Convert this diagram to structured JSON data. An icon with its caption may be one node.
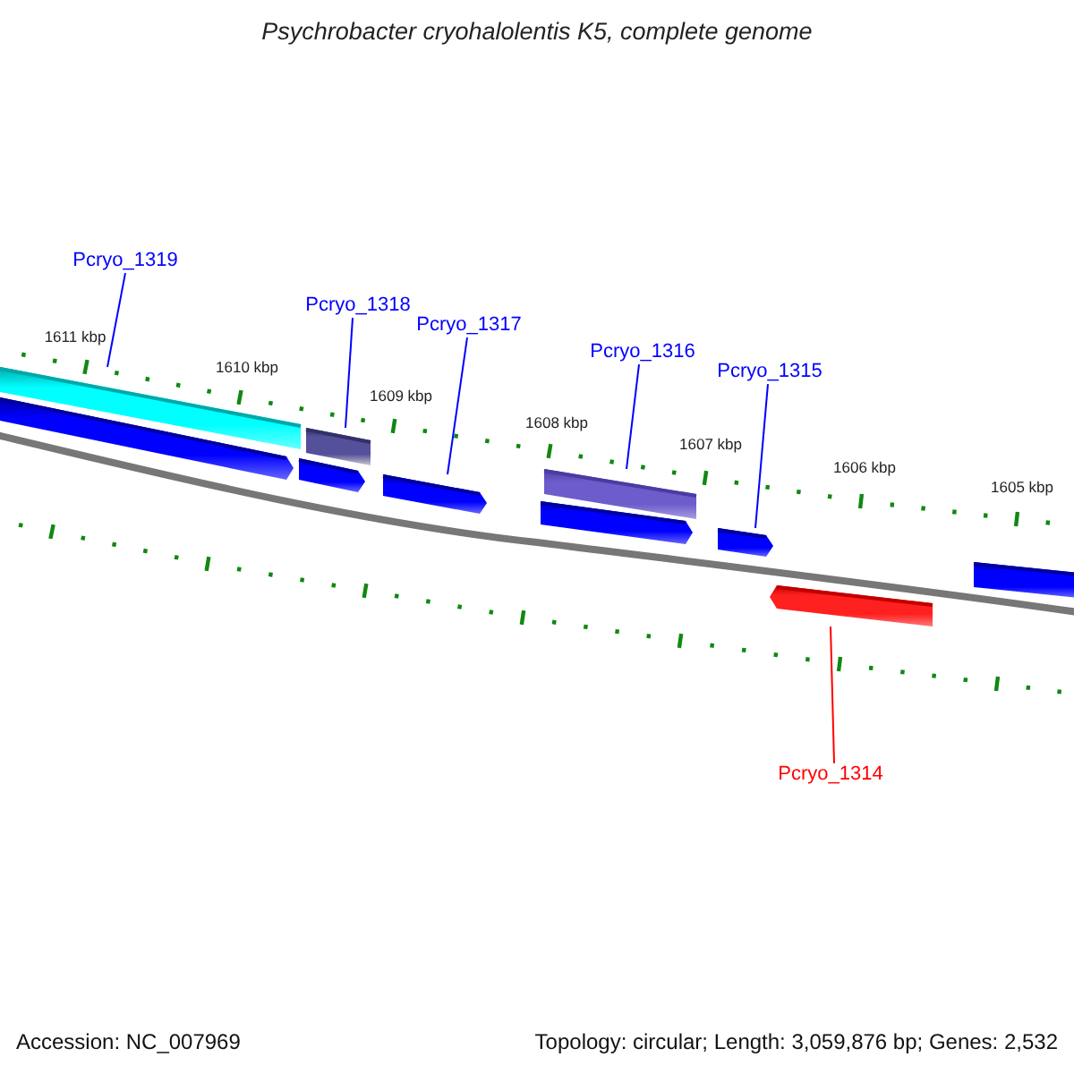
{
  "diagram": {
    "title": "Psychrobacter cryohalolentis K5, complete genome",
    "nodes": [
      {
        "text": [
          "Pcryo_1319"
        ]
      },
      {
        "text": [
          "Pcryo_1318"
        ]
      },
      {
        "text": [
          "Pcryo_1317"
        ]
      },
      {
        "text": [
          "Pcryo_1316"
        ]
      },
      {
        "text": [
          "Pcryo_1315"
        ]
      },
      {
        "text": [
          "Pcryo_1314"
        ]
      },
      {
        "text": [],
        "shape": "bar"
      },
      {
        "text": [],
        "shape": "bar"
      },
      {
        "text": [],
        "shape": "bar"
      },
      {
        "text": [],
        "shape": "bar"
      },
      {
        "text": [],
        "shape": "bar"
      },
      {
        "text": [],
        "shape": "bar"
      },
      {
        "text": [],
        "shape": "bar"
      },
      {
        "text": [],
        "shape": "bar"
      },
      {
        "text": [],
        "shape": "bar"
      },
      {
        "text": [],
        "shape": "bar"
      }
    ],
    "edges": [
      {
        "from": 0,
        "to": 6,
        "arrow": "none"
      },
      {
        "from": 1,
        "to": 8,
        "arrow": "none"
      },
      {
        "from": 2,
        "to": 10,
        "arrow": "none"
      },
      {
        "from": 3,
        "to": 11,
        "arrow": "none"
      },
      {
        "from": 4,
        "to": 13,
        "arrow": "none"
      },
      {
        "from": 5,
        "to": 14,
        "arrow": "none",
        "color": "#ff0000"
      }
    ],
    "labels": [
      "1611 kbp",
      "1610 kbp",
      "1609 kbp",
      "1608 kbp",
      "1607 kbp",
      "1606 kbp",
      "1605 kbp",
      "Accession: NC_007969",
      "Topology: circular; Length: 3,059,876 bp; Genes: 2,532"
    ]
  }
}
